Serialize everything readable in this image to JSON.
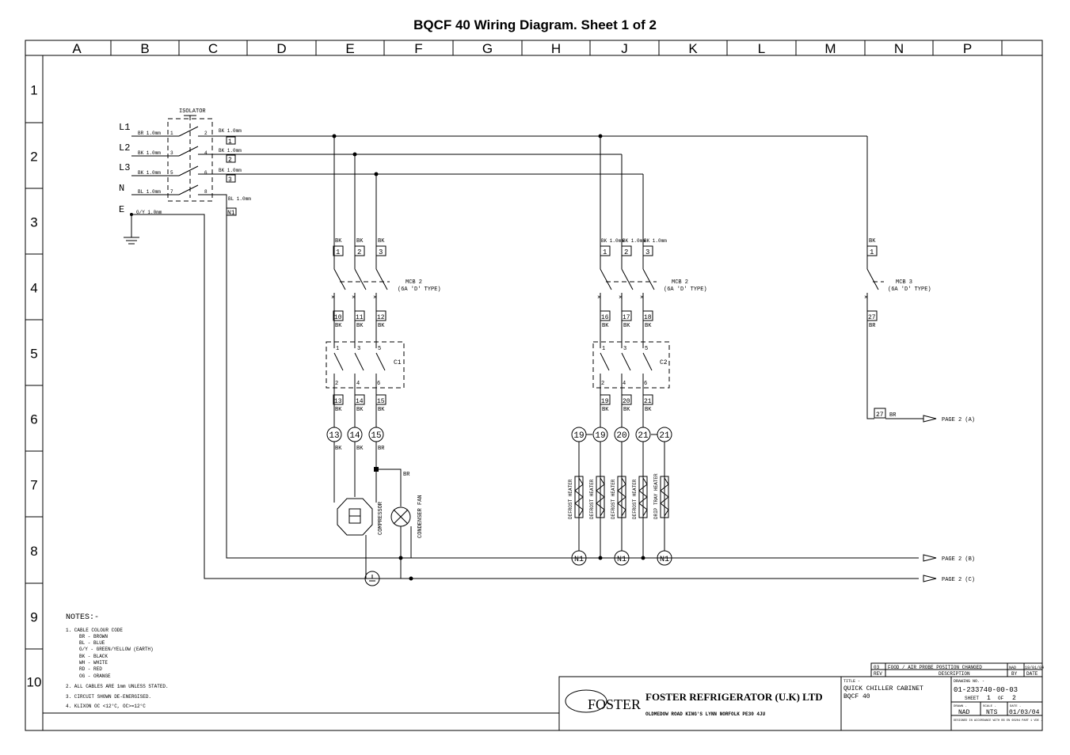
{
  "title": "BQCF 40 Wiring Diagram.  Sheet 1 of 2",
  "columns": [
    "A",
    "B",
    "C",
    "D",
    "E",
    "F",
    "G",
    "H",
    "J",
    "K",
    "L",
    "M",
    "N",
    "P"
  ],
  "rows": [
    "1",
    "2",
    "3",
    "4",
    "5",
    "6",
    "7",
    "8",
    "9",
    "10"
  ],
  "isolator": {
    "label": "ISOLATOR",
    "inputs": [
      {
        "line": "L1",
        "cable": "BR 1.0mm",
        "term_in": "1",
        "term_out": "2",
        "out_cable": "BK 1.0mm",
        "wire": "1"
      },
      {
        "line": "L2",
        "cable": "BK 1.0mm",
        "term_in": "3",
        "term_out": "4",
        "out_cable": "BK 1.0mm",
        "wire": "2"
      },
      {
        "line": "L3",
        "cable": "BK 1.0mm",
        "term_in": "5",
        "term_out": "6",
        "out_cable": "BK 1.0mm",
        "wire": "3"
      },
      {
        "line": "N",
        "cable": "BL 1.0mm",
        "term_in": "7",
        "term_out": "8",
        "out_cable": "BL 1.0mm",
        "wire": "N1"
      }
    ],
    "earth": {
      "label": "E",
      "cable": "G/Y 1.0mm"
    }
  },
  "circuits": {
    "mcb1": {
      "label": "MCB 2",
      "type": "(6A 'D' TYPE)",
      "in_wires": [
        "1",
        "2",
        "3"
      ],
      "in_colour": "BK",
      "out_wires": [
        "10",
        "11",
        "12"
      ],
      "out_colour": "BK"
    },
    "contactor1": {
      "label": "C1",
      "poles_top": [
        "1",
        "3",
        "5"
      ],
      "poles_bottom": [
        "2",
        "4",
        "6"
      ],
      "out_wires": [
        "13",
        "14",
        "15"
      ],
      "out_colour": "BK"
    },
    "terminals1": [
      {
        "id": "13",
        "colour": "BK"
      },
      {
        "id": "14",
        "colour": "BK"
      },
      {
        "id": "15",
        "colour": "BR"
      }
    ],
    "compressor": {
      "label": "COMPRESSOR",
      "aux": "BR"
    },
    "fan": {
      "label": "CONDENSER FAN"
    },
    "mcb2": {
      "label": "MCB 2",
      "type": "(6A 'D' TYPE)",
      "in_wires": [
        "1",
        "2",
        "3"
      ],
      "in_colour": "BK 1.0mm",
      "out_wires": [
        "16",
        "17",
        "18"
      ],
      "out_colour": "BK"
    },
    "contactor2": {
      "label": "C2",
      "poles_top": [
        "1",
        "3",
        "5"
      ],
      "poles_bottom": [
        "2",
        "4",
        "6"
      ],
      "out_wires": [
        "19",
        "20",
        "21"
      ],
      "out_colour": "BK"
    },
    "terminals2": [
      "19",
      "19",
      "20",
      "21",
      "21"
    ],
    "heaters": [
      "DEFROST HEATER",
      "DEFROST HEATER",
      "DEFROST HEATER",
      "DEFROST HEATER",
      "DRIP TRAY HEATER"
    ],
    "neutral_terminals": [
      "N1",
      "N1",
      "N1"
    ],
    "mcb3": {
      "label": "MCB 3",
      "type": "(6A 'D' TYPE)",
      "in_wire": "1",
      "in_colour": "BK",
      "out_wire": "27",
      "out_colour": "BR"
    },
    "page_refs": [
      {
        "wire": "27",
        "colour": "BR",
        "text": "PAGE 2 (A)"
      },
      {
        "text": "PAGE 2 (B)"
      },
      {
        "text": "PAGE 2 (C)"
      }
    ]
  },
  "notes": {
    "heading": "NOTES:-",
    "lines": [
      "1. CABLE COLOUR CODE",
      "BR  -  BROWN",
      "BL  -  BLUE",
      "G/Y  -  GREEN/YELLOW (EARTH)",
      "BK  -  BLACK",
      "WH  -  WHITE",
      "RD  -  RED",
      "OG  -  ORANGE",
      "2. ALL CABLES ARE 1mm UNLESS STATED.",
      "3. CIRCUIT SHOWN DE-ENERGISED.",
      "4. KLIXON OC <12°C, OC>=12°C"
    ]
  },
  "title_block": {
    "company": "FOSTER REFRIGERATOR (U.K) LTD",
    "address": "OLDMEDOW ROAD   KING'S LYNN   NORFOLK   PE30 4JU",
    "logo": "FOSTER",
    "revision": {
      "rev": "03",
      "description": "FOOD / AIR PROBE POSITION CHANGED",
      "by": "NAD",
      "date": "19/01/04",
      "rev_head": "REV",
      "desc_head": "DESCRIPTION",
      "by_head": "BY",
      "date_head": "DATE"
    },
    "title_label": "TITLE -",
    "title_lines": [
      "QUICK CHILLER CABINET",
      "BQCF 40"
    ],
    "drawing_no_label": "DRAWING NO. -",
    "drawing_no": "01-233740-00-03",
    "sheet_label": "SHEET",
    "sheet": "1",
    "of_label": "OF",
    "sheets": "2",
    "drawn_label": "DRAWN -",
    "drawn": "NAD",
    "scale_label": "SCALE -",
    "scale": "NTS",
    "date_label": "DATE -",
    "date": "01/03/04",
    "compliance": "DESIGNED IN ACCORDANCE WITH BS EN 60204 PART 1 VDE -"
  }
}
